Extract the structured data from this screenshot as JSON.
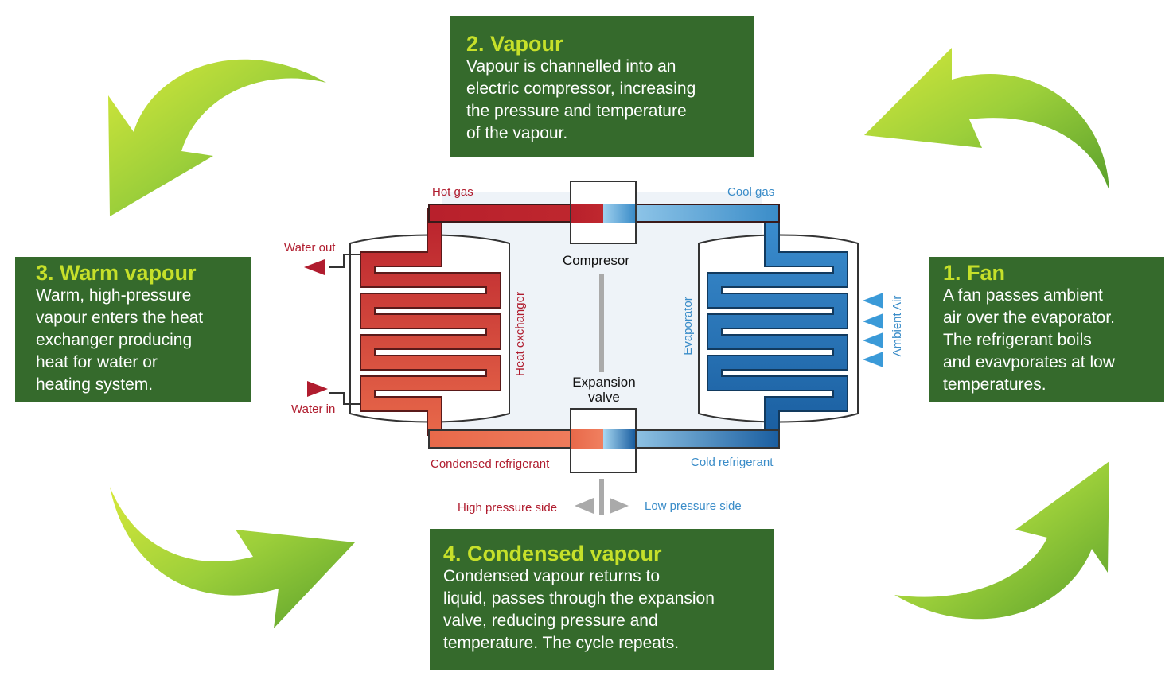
{
  "boxes": {
    "vapour": {
      "title": "2. Vapour",
      "lines": [
        "Vapour is channelled into an",
        "electric compressor, increasing",
        "the pressure and temperature",
        "of the vapour."
      ]
    },
    "fan": {
      "title": "1. Fan",
      "lines": [
        "A fan passes ambient",
        "air over the evaporator.",
        "The refrigerant boils",
        "and evavporates at low",
        "temperatures."
      ]
    },
    "warm": {
      "title": "3. Warm vapour",
      "lines": [
        "Warm, high-pressure",
        "vapour enters the heat",
        "exchanger producing",
        "heat for water or",
        "heating system."
      ]
    },
    "condensed": {
      "title": "4. Condensed vapour",
      "lines": [
        "Condensed vapour returns to",
        "liquid, passes through the expansion",
        "valve, reducing pressure and",
        "temperature. The cycle repeats."
      ]
    }
  },
  "diagram": {
    "hot_gas": "Hot gas",
    "cool_gas": "Cool gas",
    "water_out": "Water out",
    "water_in": "Water in",
    "compressor": "Compresor",
    "expansion_valve_1": "Expansion",
    "expansion_valve_2": "valve",
    "heat_exchanger": "Heat exchanger",
    "evaporator": "Evaporator",
    "ambient_air": "Ambient Air",
    "condensed_refrigerant": "Condensed refrigerant",
    "cold_refrigerant": "Cold refrigerant",
    "high_pressure_side": "High pressure side",
    "low_pressure_side": "Low pressure side"
  },
  "colors": {
    "box_bg": "#356a2c",
    "title_green": "#c6e02a",
    "hot_red": "#b01c2e",
    "cold_blue": "#3a8cc8",
    "arrow_green": "#8cc63f"
  },
  "icons": {
    "cycle_arrows": "curved-arrow-icon",
    "air_flow": "triangle-right-icon"
  }
}
